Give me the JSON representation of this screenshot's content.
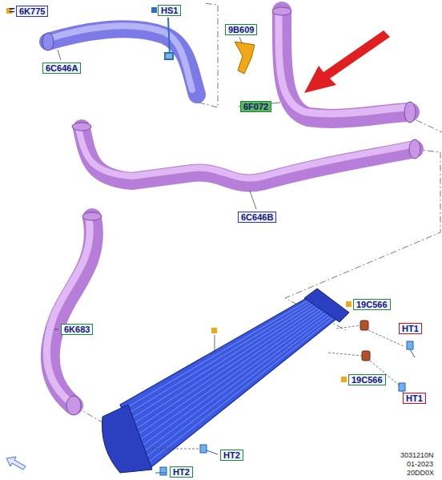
{
  "diagram": {
    "nodes": [
      {
        "text": [
          "6K775"
        ]
      },
      {
        "text": [
          "HS1"
        ]
      },
      {
        "text": [
          "9B609"
        ]
      },
      {
        "text": [
          "6C646A"
        ]
      },
      {
        "text": [
          "6F072"
        ]
      },
      {
        "text": [
          "6C646B"
        ]
      },
      {
        "text": [
          "19C566"
        ]
      },
      {
        "text": [
          "HT1"
        ]
      },
      {
        "text": [
          "6K683"
        ]
      },
      {
        "text": [
          "19C566"
        ]
      },
      {
        "text": [
          "HT1"
        ]
      },
      {
        "text": [
          "HT2"
        ]
      },
      {
        "text": [
          "HT2"
        ]
      }
    ],
    "labels": [
      "=",
      "3031210N",
      "01-2023",
      "20DD0X"
    ]
  }
}
